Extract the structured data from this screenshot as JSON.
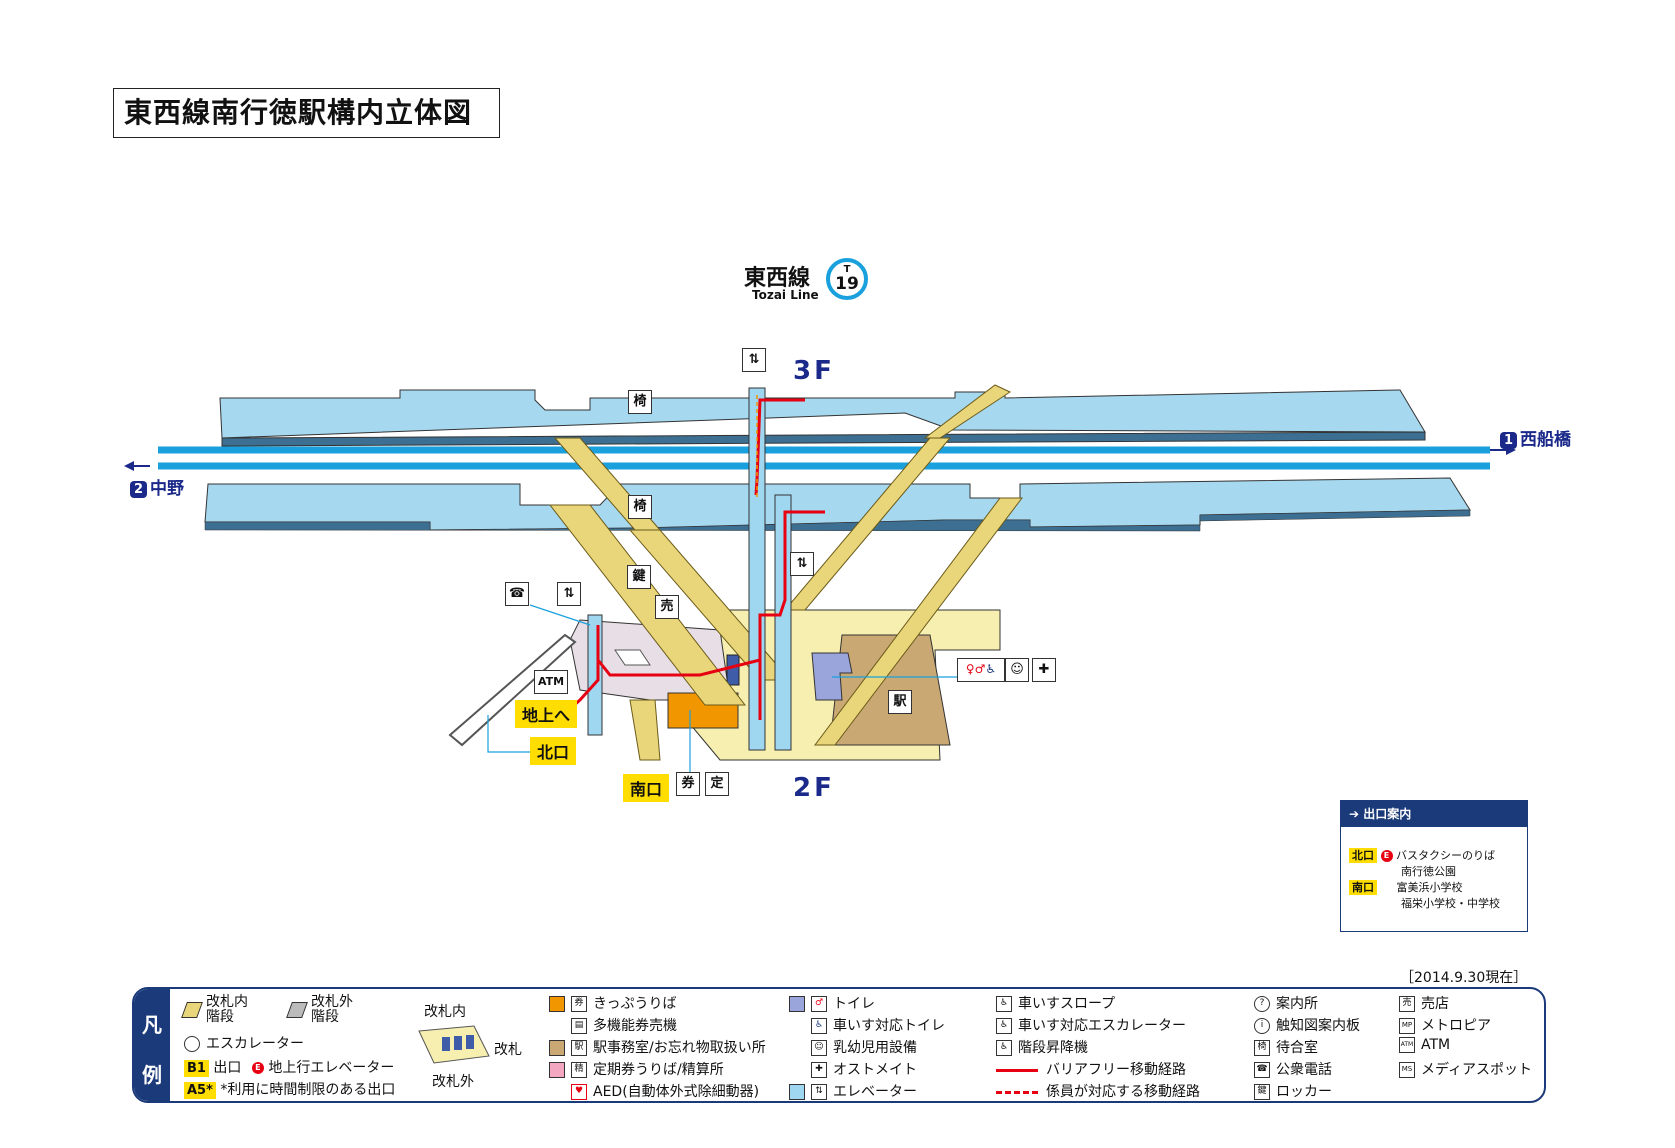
{
  "title": "東西線南行徳駅構内立体図",
  "line": {
    "name_ja": "東西線",
    "name_en": "Tozai Line",
    "badge_letter": "T",
    "badge_number": "19",
    "color": "#1aa1dd"
  },
  "floors": {
    "upper": "3F",
    "lower": "2F"
  },
  "directions": {
    "platform1": {
      "num": "1",
      "label": "西船橋"
    },
    "platform2": {
      "num": "2",
      "label": "中野"
    }
  },
  "exits_on_map": {
    "to_ground": "地上へ",
    "north": "北口",
    "south": "南口"
  },
  "map_icons": {
    "atm": "ATM",
    "teiki": "定",
    "toilet_w": "♀",
    "toilet_m": "♂",
    "wheelchair": "♿"
  },
  "exit_guide": {
    "title": "出口案内",
    "items": [
      {
        "exit": "北口",
        "elevator": "E",
        "places": [
          "バスタクシーのりば",
          "南行徳公園"
        ]
      },
      {
        "exit": "南口",
        "elevator": "",
        "places": [
          "富美浜小学校",
          "福栄小学校・中学校"
        ]
      }
    ]
  },
  "as_of": "［2014.9.30現在］",
  "legend": {
    "side_labels": [
      "凡",
      "例"
    ],
    "col1": {
      "stairs_in": [
        "改札内",
        "階段"
      ],
      "stairs_out": [
        "改札外",
        "階段"
      ],
      "gate_in": "改札内",
      "gate": "改札",
      "gate_out": "改札外",
      "escalator": "エスカレーター",
      "exit_tag": "B1",
      "exit_text": "出口",
      "elevator_tag": "E",
      "elevator_text": "地上行エレベーター",
      "limited_tag": "A5*",
      "limited_text": "*利用に時間制限のある出口"
    },
    "col2": [
      "きっぷうりば",
      "多機能券売機",
      "駅事務室/お忘れ物取扱い所",
      "定期券うりば/精算所",
      "AED(自動体外式除細動器)"
    ],
    "col3": [
      "トイレ",
      "車いす対応トイレ",
      "乳幼児用設備",
      "オストメイト",
      "エレベーター"
    ],
    "col4": [
      "車いすスロープ",
      "車いす対応エスカレーター",
      "階段昇降機",
      "バリアフリー移動経路",
      "係員が対応する移動経路"
    ],
    "col5": [
      "案内所",
      "触知図案内板",
      "待合室",
      "公衆電話",
      "ロッカー"
    ],
    "col5_icons": [
      "?",
      "i",
      "椅",
      "☎",
      "鍵"
    ],
    "col6": [
      "売店",
      "メトロピア",
      "ATM",
      "メディアスポット"
    ],
    "col6_icons": [
      "売",
      "MP",
      "ATM",
      "MS"
    ]
  },
  "colors": {
    "platform": "#a6d8f0",
    "track": "#1aa1dd",
    "concourse": "#f7efb0",
    "barrier_free_route": "#e60012",
    "stairs": "#e9d67a",
    "office": "#f29600",
    "brown_room": "#c9a873",
    "gate_area": "#e8dfe6",
    "navy": "#1b2a8a"
  }
}
